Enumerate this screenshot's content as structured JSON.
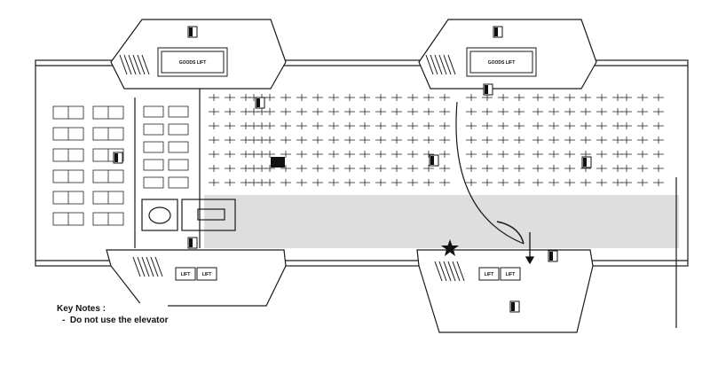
{
  "floor_plan": {
    "goods_lift_label": "GOODS LIFT",
    "lift_label": "LIFT",
    "key_notes": {
      "title": "Key Notes :",
      "items": [
        "Do not use the elevator"
      ]
    },
    "colors": {
      "line": "#1a1a1a",
      "corridor": "#cfcfcf",
      "background": "#ffffff"
    },
    "markers": {
      "assembly_point": "star-icon"
    }
  }
}
